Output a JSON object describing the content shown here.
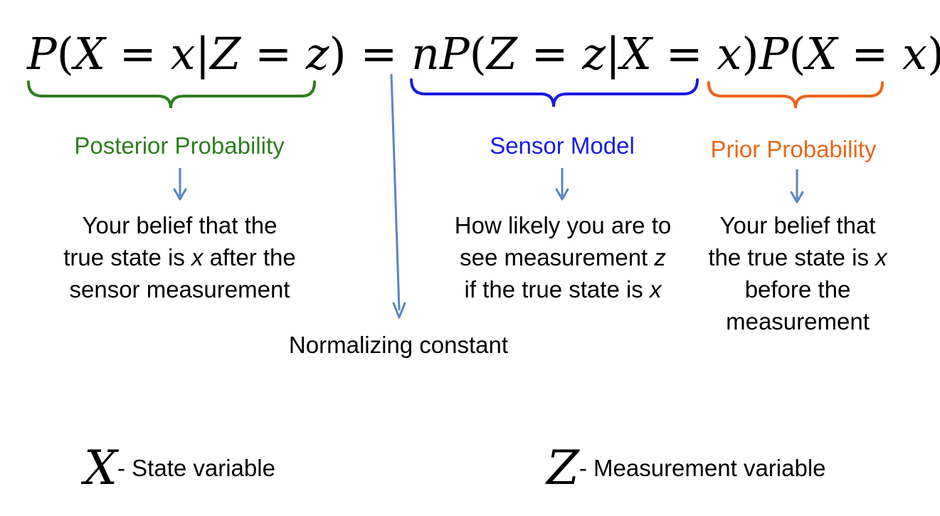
{
  "equation": {
    "lhs": {
      "p": "P",
      "open": "(",
      "X": "X",
      "eq1": " = ",
      "x": "x",
      "bar": "|",
      "Z": "Z",
      "eq2": " = ",
      "z": "z",
      "close": ")"
    },
    "equals": " = ",
    "n": "n",
    "likelihood": {
      "p": "P",
      "open": "(",
      "Z": "Z",
      "eq1": " = ",
      "z": "z",
      "bar": "|",
      "X": "X",
      "eq2": " = ",
      "x": "x",
      "close": ")"
    },
    "prior": {
      "p": "P",
      "open": "(",
      "X": "X",
      "eq": " = ",
      "x": "x",
      "close": ")"
    }
  },
  "terms": {
    "posterior": {
      "label": "Posterior Probability",
      "lines": [
        "Your belief that the",
        "true state is ",
        "x",
        " after the",
        "sensor measurement"
      ]
    },
    "sensor": {
      "label": "Sensor Model",
      "lines": [
        "How likely you are to",
        "see measurement ",
        "z",
        "if the true state is ",
        "x"
      ]
    },
    "prior": {
      "label": "Prior Probability",
      "lines": [
        "Your belief  that",
        "the true state is ",
        "x",
        "before the",
        "measurement"
      ]
    },
    "normalizer": {
      "label": "Normalizing constant"
    }
  },
  "variables": {
    "state": {
      "symbol": "X",
      "text": "- State variable"
    },
    "measurement": {
      "symbol": "Z",
      "text": "- Measurement variable"
    }
  },
  "colors": {
    "posterior": "#2e7d1f",
    "sensor": "#1a1ae6",
    "prior": "#e8671c",
    "arrow": "#5b86c0",
    "text": "#000000"
  }
}
